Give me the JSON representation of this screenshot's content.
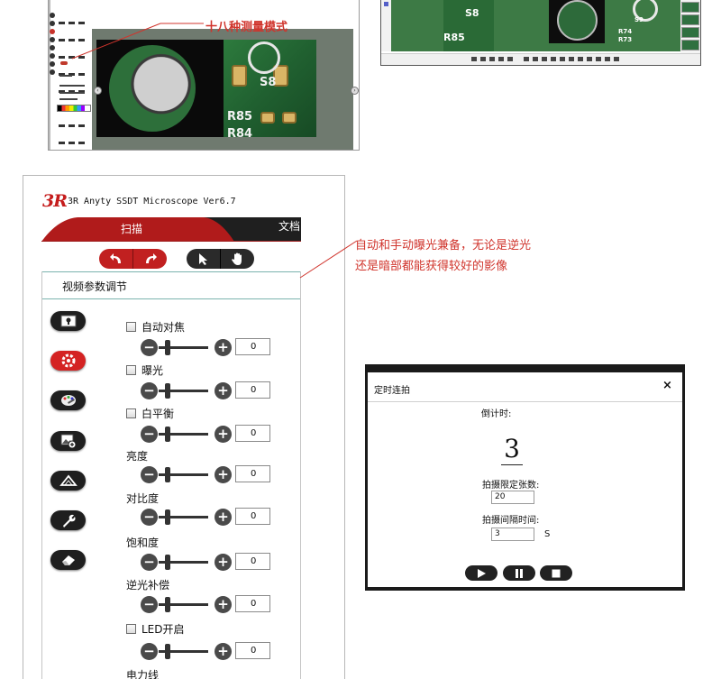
{
  "top_screenshot": {
    "callout": "十八种测量模式",
    "board_label_s8": "S8",
    "board_label_r85": "R85",
    "board_label_r84": "R84"
  },
  "top_right_screenshot": {
    "label_s8": "S8",
    "label_r85": "R85",
    "label_r73": "R73",
    "label_r74": "R74",
    "label_s9": "S9"
  },
  "app": {
    "logo": "3R",
    "title": "3R Anyty SSDT Microscope Ver6.7",
    "tabs": [
      {
        "label": "扫描",
        "active": true
      },
      {
        "label": "文档",
        "active": false
      }
    ],
    "section_title": "视频参数调节",
    "controls": [
      {
        "label": "自动对焦",
        "checkbox": true,
        "value": "0"
      },
      {
        "label": "曝光",
        "checkbox": true,
        "value": "0"
      },
      {
        "label": "白平衡",
        "checkbox": true,
        "value": "0"
      },
      {
        "label": "亮度",
        "checkbox": false,
        "value": "0"
      },
      {
        "label": "对比度",
        "checkbox": false,
        "value": "0"
      },
      {
        "label": "饱和度",
        "checkbox": false,
        "value": "0"
      },
      {
        "label": "逆光补偿",
        "checkbox": false,
        "value": "0"
      },
      {
        "label": "LED开启",
        "checkbox": true,
        "value": "0"
      },
      {
        "label": "电力线",
        "checkbox": false,
        "value": ""
      }
    ],
    "side_icons": [
      "lightbulb-icon",
      "settings-gear-icon",
      "palette-icon",
      "image-add-icon",
      "measure-triangle-icon",
      "wrench-icon",
      "eraser-icon"
    ],
    "accent_red": "#d42323"
  },
  "exposure_callout": {
    "line1": "自动和手动曝光兼备，无论是逆光",
    "line2": "还是暗部都能获得较好的影像"
  },
  "timer_dialog": {
    "title": "定时连拍",
    "close": "×",
    "countdown_label": "倒计时:",
    "countdown_value": "3",
    "limit_label": "拍摄限定张数:",
    "limit_value": "20",
    "interval_label": "拍摄间隔时间:",
    "interval_value": "3",
    "interval_unit": "S"
  }
}
